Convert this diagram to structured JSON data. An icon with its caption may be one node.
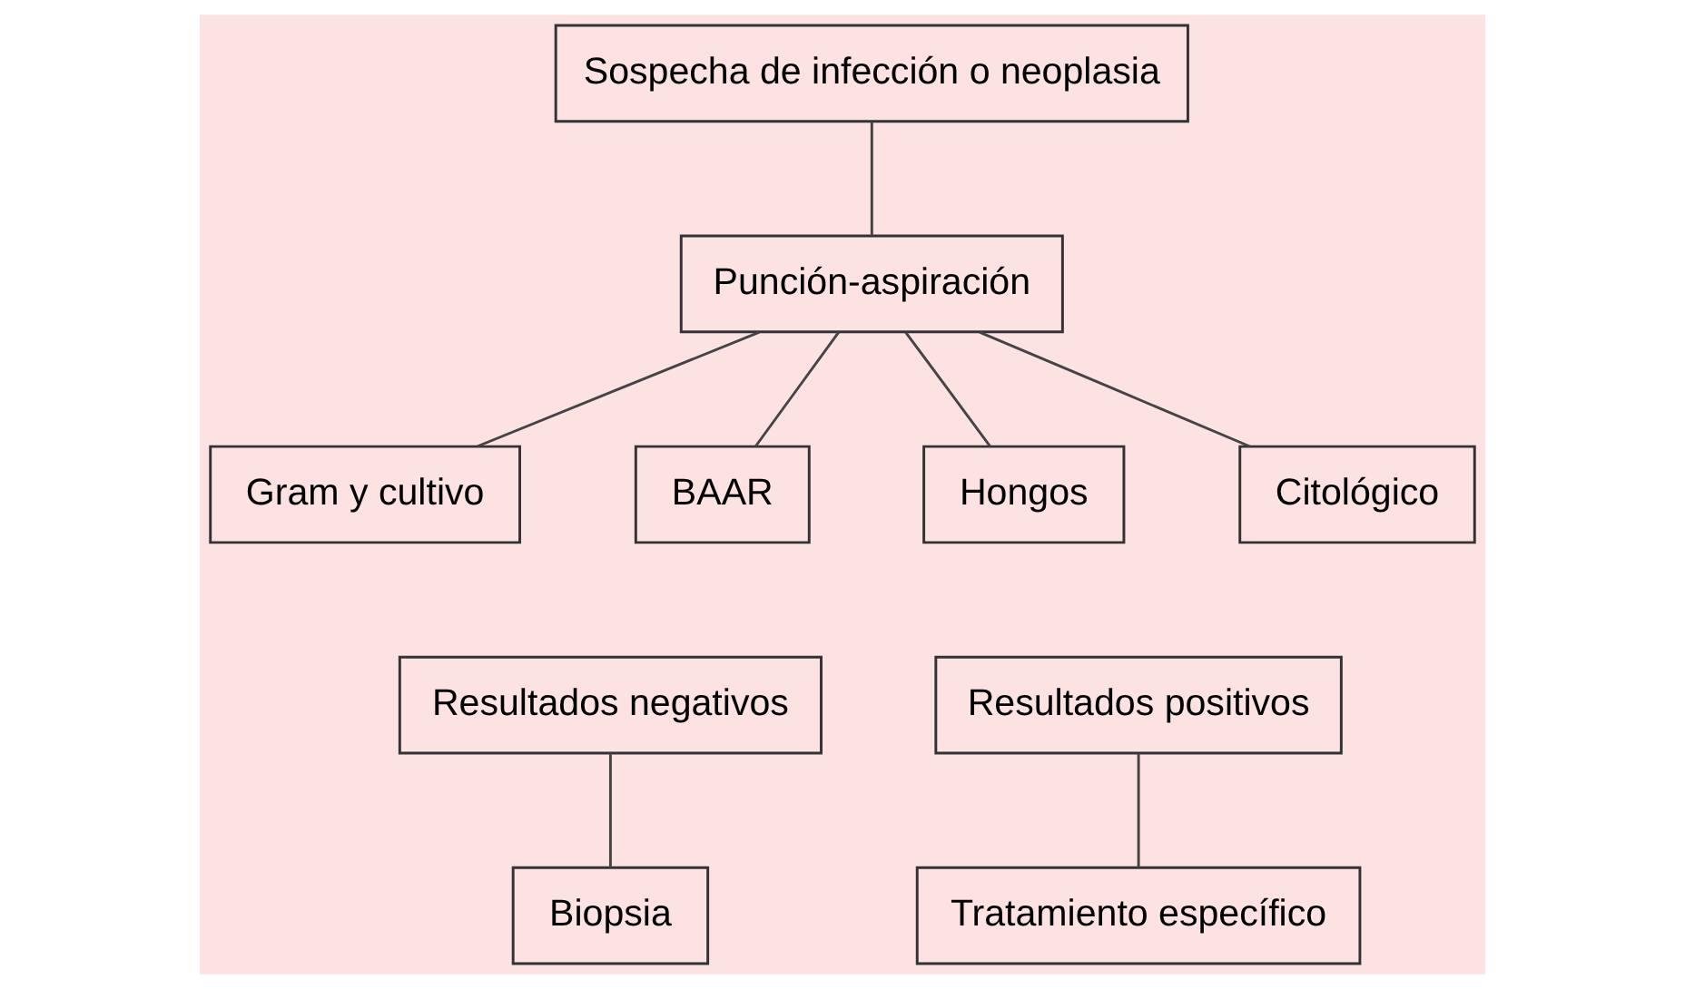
{
  "diagram": {
    "nodes": [
      {
        "text": [
          "Sospecha de infección o neoplasia"
        ]
      },
      {
        "text": [
          "Punción-aspiración"
        ]
      },
      {
        "text": [
          "Gram y cultivo"
        ]
      },
      {
        "text": [
          "BAAR"
        ]
      },
      {
        "text": [
          "Hongos"
        ]
      },
      {
        "text": [
          "Citológico"
        ]
      },
      {
        "text": [
          "Resultados negativos"
        ]
      },
      {
        "text": [
          "Biopsia"
        ]
      },
      {
        "text": [
          "Resultados positivos"
        ]
      },
      {
        "text": [
          "Tratamiento específico"
        ]
      }
    ],
    "edges": [
      {
        "from": 0,
        "to": 1,
        "arrow": "none"
      },
      {
        "from": 1,
        "to": 2,
        "arrow": "none"
      },
      {
        "from": 1,
        "to": 3,
        "arrow": "none"
      },
      {
        "from": 1,
        "to": 4,
        "arrow": "none"
      },
      {
        "from": 1,
        "to": 5,
        "arrow": "none"
      },
      {
        "from": 6,
        "to": 7,
        "arrow": "none"
      },
      {
        "from": 8,
        "to": 9,
        "arrow": "none"
      }
    ]
  }
}
